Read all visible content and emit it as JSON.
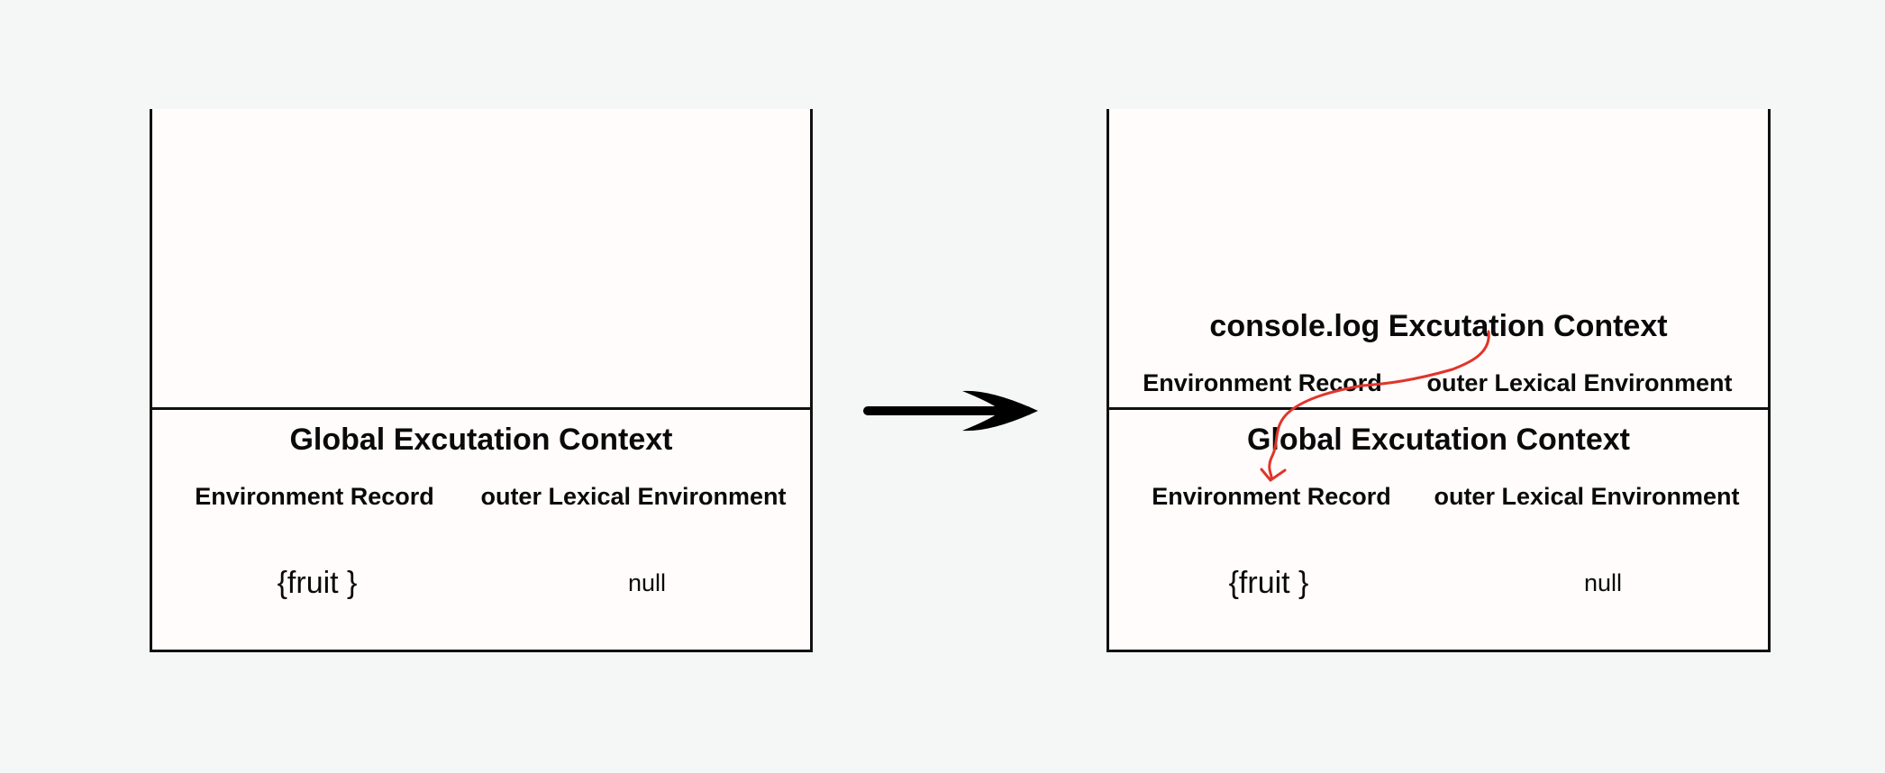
{
  "left_stack": {
    "global_context": {
      "title": "Global Excutation Context",
      "env_record_label": "Environment Record",
      "outer_env_label": "outer Lexical Environment",
      "env_record_value": "{fruit }",
      "outer_env_value": "null"
    }
  },
  "right_stack": {
    "console_context": {
      "title": "console.log Excutation Context",
      "env_record_label": "Environment Record",
      "outer_env_label": "outer Lexical Environment"
    },
    "global_context": {
      "title": "Global Excutation Context",
      "env_record_label": "Environment Record",
      "outer_env_label": "outer Lexical Environment",
      "env_record_value": "{fruit }",
      "outer_env_value": "null"
    }
  },
  "colors": {
    "arrow": "#000000",
    "outer_reference": "#e0352b",
    "panel": "#fffcfb",
    "background": "#f5f6f6"
  }
}
